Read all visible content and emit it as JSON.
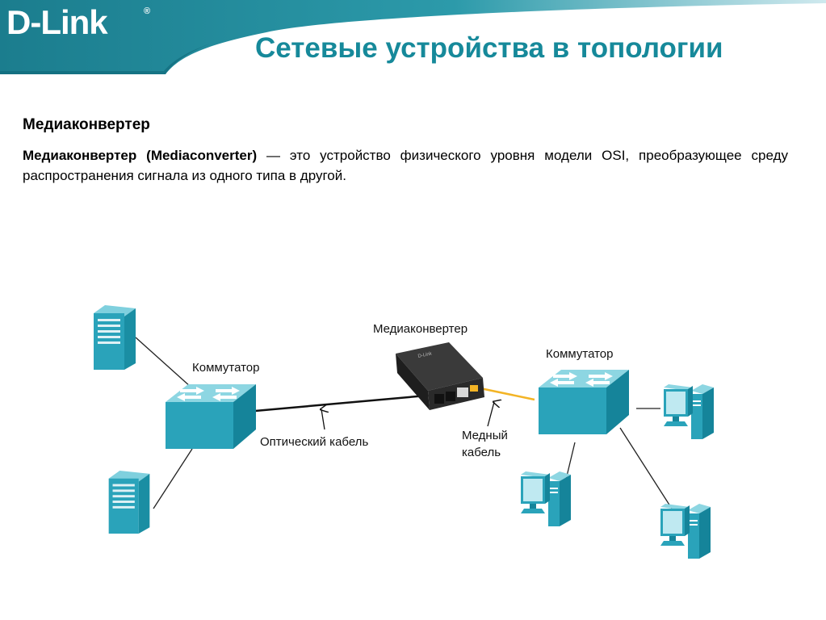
{
  "header": {
    "logo": "D-Link",
    "logo_mark": "®",
    "title": "Сетевые устройства в топологии"
  },
  "section": {
    "title": "Медиаконвертер",
    "term": "Медиаконвертер (Mediaconverter)",
    "definition": " — это устройство физического уровня модели OSI, преобразующее среду распространения сигнала из одного типа в другой."
  },
  "diagram": {
    "left_switch_label": "Коммутатор",
    "right_switch_label": "Коммутатор",
    "converter_label": "Медиаконвертер",
    "optical_cable_label": "Оптический кабель",
    "copper_cable_label_1": "Медный",
    "copper_cable_label_2": "кабель",
    "converter_brand": "D-Link",
    "colors": {
      "teal": "#2aa3ba",
      "teal_dark": "#15849a",
      "copper_cable": "#f3b425",
      "title": "#16899a"
    }
  }
}
